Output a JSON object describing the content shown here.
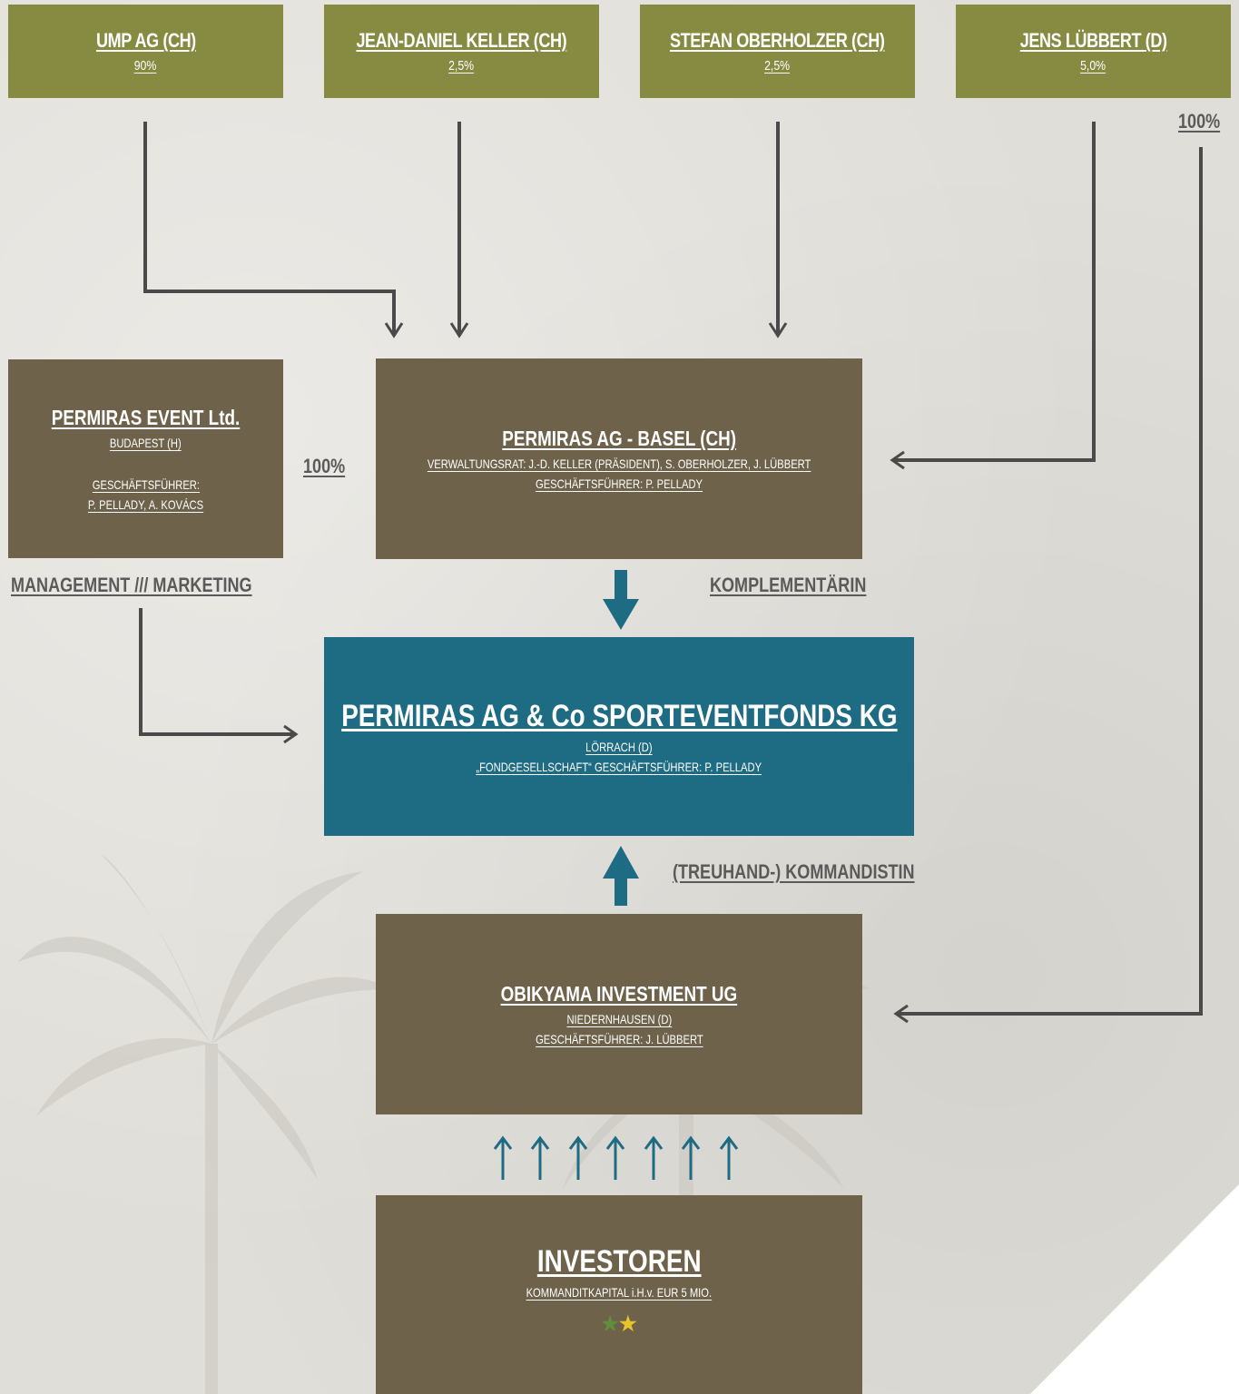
{
  "shareholders": [
    {
      "name": "UMP AG (CH)",
      "share": "90%"
    },
    {
      "name": "JEAN-DANIEL KELLER (CH)",
      "share": "2,5%"
    },
    {
      "name": "STEFAN OBERHOLZER (CH)",
      "share": "2,5%"
    },
    {
      "name": "JENS LÜBBERT (D)",
      "share": "5,0%"
    }
  ],
  "event_ltd": {
    "name": "PERMIRAS EVENT Ltd.",
    "city": "BUDAPEST (H)",
    "gf_label": "GESCHÄFTSFÜHRER:",
    "gf_names": "P. PELLADY, A. KOVÁCS"
  },
  "ag_basel": {
    "name": "PERMIRAS AG - BASEL (CH)",
    "board": "VERWALTUNGSRAT: J.-D. KELLER (PRÄSIDENT), S. OBERHOLZER, J. LÜBBERT",
    "gf": "GESCHÄFTSFÜHRER: P. PELLADY"
  },
  "fund": {
    "name": "PERMIRAS AG & Co SPORTEVENTFONDS KG",
    "city": "LÖRRACH (D)",
    "gf": "„FONDGESELLSCHAFT“ GESCHÄFTSFÜHRER: P. PELLADY"
  },
  "obikyama": {
    "name": "OBIKYAMA INVESTMENT UG",
    "city": "NIEDERNHAUSEN (D)",
    "gf": "GESCHÄFTSFÜHRER: J. LÜBBERT"
  },
  "investoren": {
    "name": "INVESTOREN",
    "capital": "KOMMANDITKAPITAL i.H.v. EUR 5 MIO."
  },
  "labels": {
    "event_share": "100%",
    "luebbert_obikyama_share": "100%",
    "management": "MANAGEMENT /// MARKETING",
    "komplementaerin": "KOMPLEMENTÄRIN",
    "kommanditistin": "(TREUHAND-) KOMMANDISTIN"
  },
  "colors": {
    "olive": "#878a41",
    "brown": "#6e624b",
    "teal": "#1e6b84",
    "line": "#4a4a4a",
    "star_green": "#5f8f3a",
    "star_yellow": "#e8c32a"
  },
  "icons": [
    "arrow-down-icon",
    "arrow-up-icon",
    "star-icon"
  ]
}
